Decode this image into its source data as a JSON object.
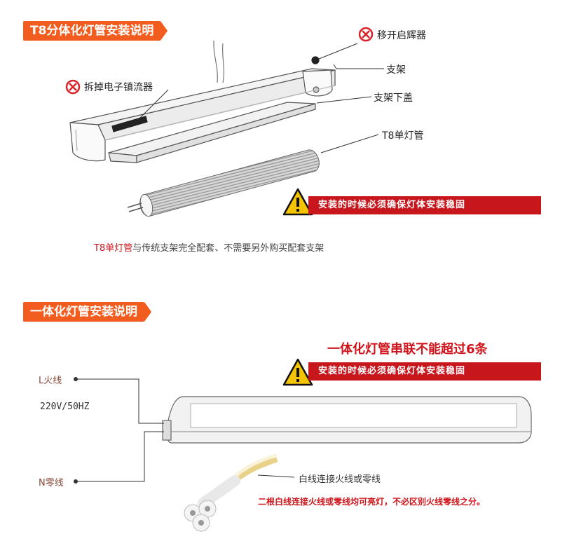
{
  "section1": {
    "header": "T8分体化灯管安装说明",
    "labels": {
      "remove_starter": "移开启辉器",
      "bracket": "支架",
      "remove_ballast": "拆掉电子镇流器",
      "bracket_cover": "支架下盖",
      "t8_tube": "T8单灯管"
    },
    "warning": "安装的时候必须确保灯体安装稳固",
    "note_red": "T8单灯管",
    "note_rest": "与传统支架完全配套、不需要另外购买配套支架"
  },
  "section2": {
    "header": "一体化灯管安装说明",
    "series_limit": "一体化灯管串联不能超过6条",
    "warning": "安装的时候必须确保灯体安装稳固",
    "live_wire": "L火线",
    "voltage": "220V/50HZ",
    "neutral_wire": "N零线",
    "white_wire": "白线连接火线或零线",
    "bottom_note": "二根白线连接火线或零线均可亮灯，不必区别火线零线之分。"
  },
  "colors": {
    "header_bg": "#f25c1e",
    "warning_bg": "#c8161d",
    "red_text": "#d0141c",
    "forbid_red": "#d8232a"
  },
  "icons": [
    "forbidden-icon",
    "warning-triangle-icon"
  ]
}
